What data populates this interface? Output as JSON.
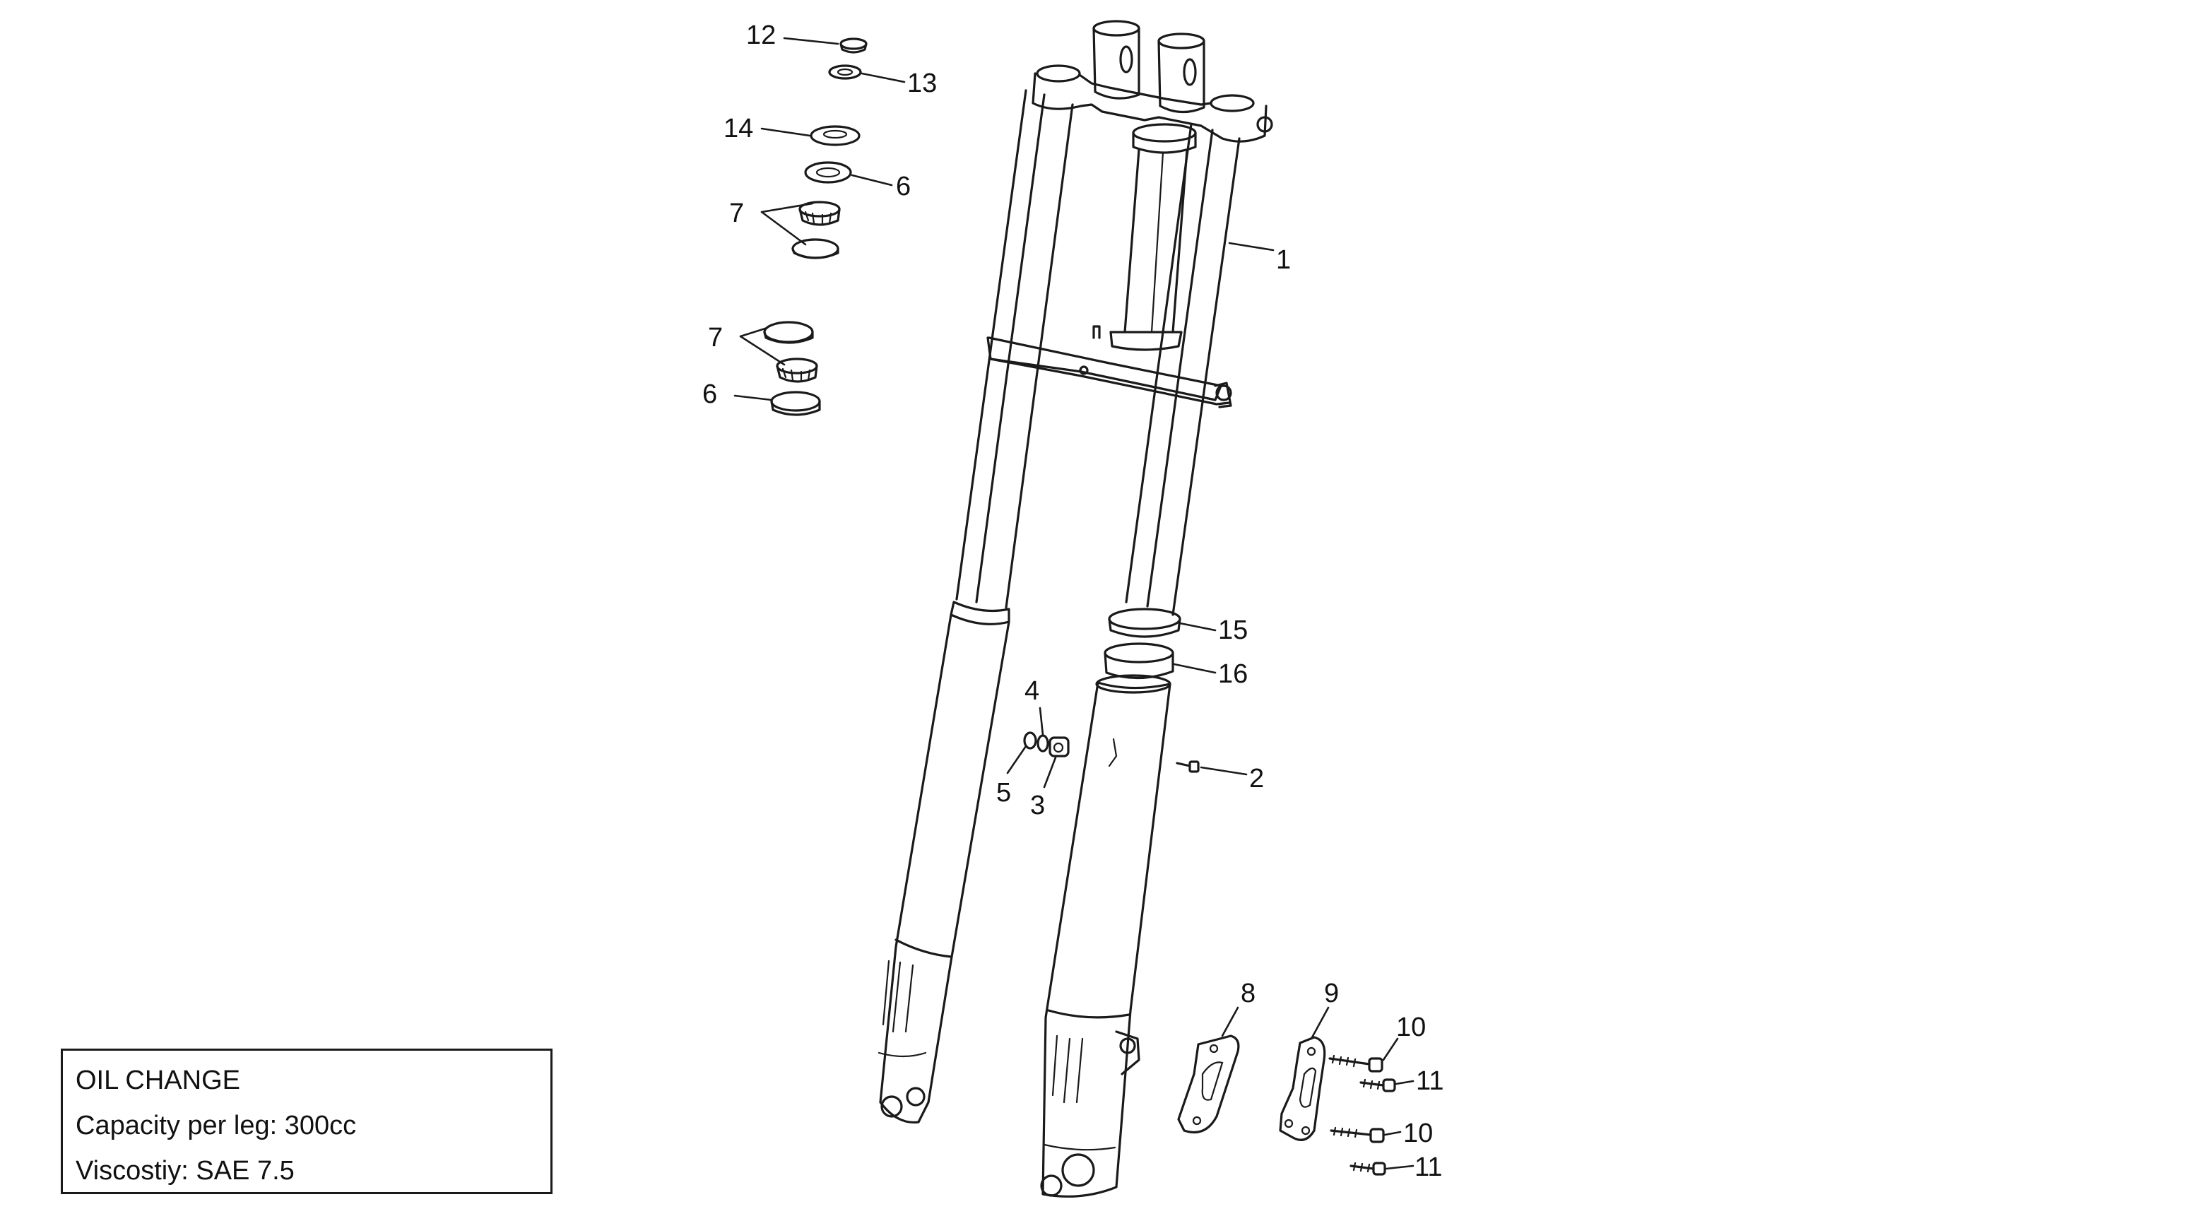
{
  "callouts": {
    "c1": "1",
    "c2": "2",
    "c3": "3",
    "c4": "4",
    "c5": "5",
    "c6a": "6",
    "c6b": "6",
    "c7a": "7",
    "c7b": "7",
    "c8": "8",
    "c9": "9",
    "c10a": "10",
    "c10b": "10",
    "c11a": "11",
    "c11b": "11",
    "c12": "12",
    "c13": "13",
    "c14": "14",
    "c15": "15",
    "c16": "16"
  },
  "oil_change": {
    "title": "OIL CHANGE",
    "capacity": "Capacity per leg: 300cc",
    "viscosity": "Viscostiy: SAE 7.5"
  }
}
